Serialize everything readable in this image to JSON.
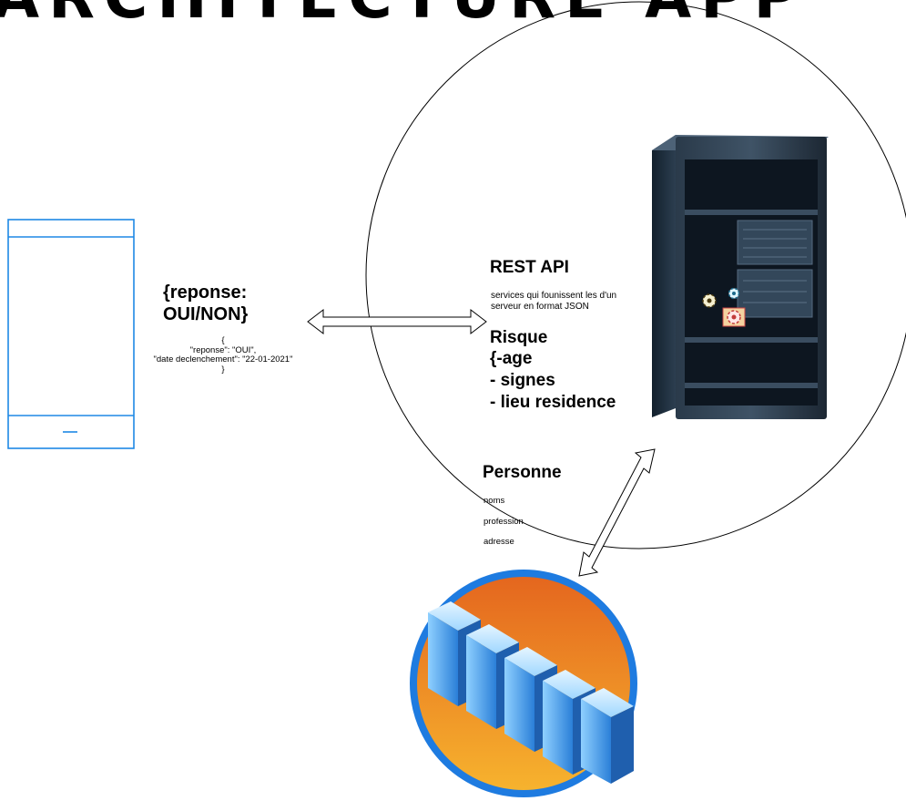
{
  "header": {
    "cropped_title": "ARCHITECTURE APP"
  },
  "phone": {
    "home_indicator": "—"
  },
  "response": {
    "title_line1": "{reponse:",
    "title_line2": "OUI/NON}",
    "json_lines": [
      "{",
      "\"reponse\": \"OUI\",",
      "\"date declenchement\": \"22-01-2021\"",
      "}"
    ]
  },
  "rest_api": {
    "title": "REST API",
    "desc_line1": "services qui founissent les d'un",
    "desc_line2": "serveur en format JSON"
  },
  "risque": {
    "title": "Risque",
    "lines": [
      "{-age",
      "- signes",
      "- lieu residence"
    ]
  },
  "personne": {
    "title": "Personne",
    "fields": [
      "noms",
      "profession",
      "adresse"
    ]
  },
  "colors": {
    "phone_border": "#1e88e5",
    "db_ring": "#1e7be0",
    "db_bg_top": "#e4651e",
    "db_bg_bottom": "#f5ad2a",
    "server_body": "#1f2d3a"
  }
}
